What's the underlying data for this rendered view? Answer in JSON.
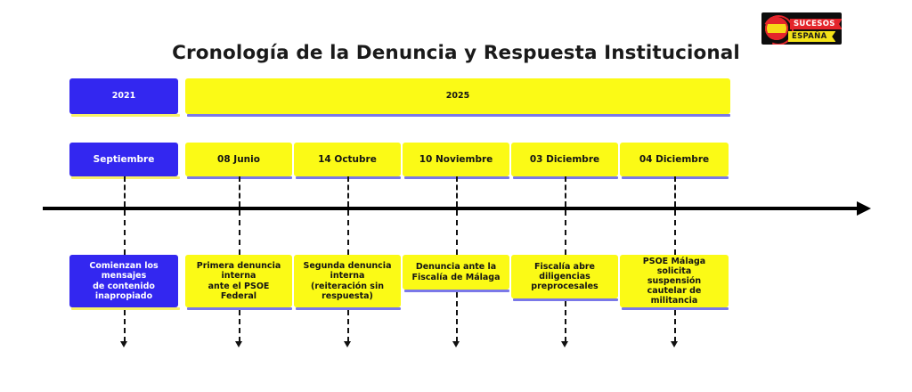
{
  "page": {
    "title": "Cronología de la Denuncia y Respuesta Institucional",
    "background": "#ffffff",
    "accent_blue": "#3327f0",
    "accent_yellow": "#fbfa16"
  },
  "logo": {
    "name": "sucesos-espana-logo",
    "line1": "SUCESOS",
    "line2": "ESPAÑA",
    "background": "#0d0d0d",
    "red": "#e4252b",
    "yellow": "#f4e318"
  },
  "timeline": {
    "years": [
      {
        "label": "2021",
        "style": "blue"
      },
      {
        "label": "2025",
        "style": "yellow"
      }
    ],
    "dates": [
      {
        "label": "Septiembre",
        "style": "blue"
      },
      {
        "label": "08 Junio",
        "style": "yellow"
      },
      {
        "label": "14 Octubre",
        "style": "yellow"
      },
      {
        "label": "10 Noviembre",
        "style": "yellow"
      },
      {
        "label": "03 Diciembre",
        "style": "yellow"
      },
      {
        "label": "04 Diciembre",
        "style": "yellow"
      }
    ],
    "events": [
      {
        "text": "Comienzan los\nmensajes\nde contenido\ninapropiado",
        "style": "blue"
      },
      {
        "text": "Primera denuncia\ninterna\nante el PSOE\nFederal",
        "style": "yellow"
      },
      {
        "text": "Segunda denuncia\ninterna\n(reiteración sin\nrespuesta)",
        "style": "yellow"
      },
      {
        "text": "Denuncia ante la\nFiscalía de Málaga",
        "style": "yellow"
      },
      {
        "text": "Fiscalía abre\ndiligencias\npreprocesales",
        "style": "yellow"
      },
      {
        "text": "PSOE Málaga solicita\nsuspensión\ncautelar de\nmilitancia",
        "style": "yellow"
      }
    ]
  }
}
